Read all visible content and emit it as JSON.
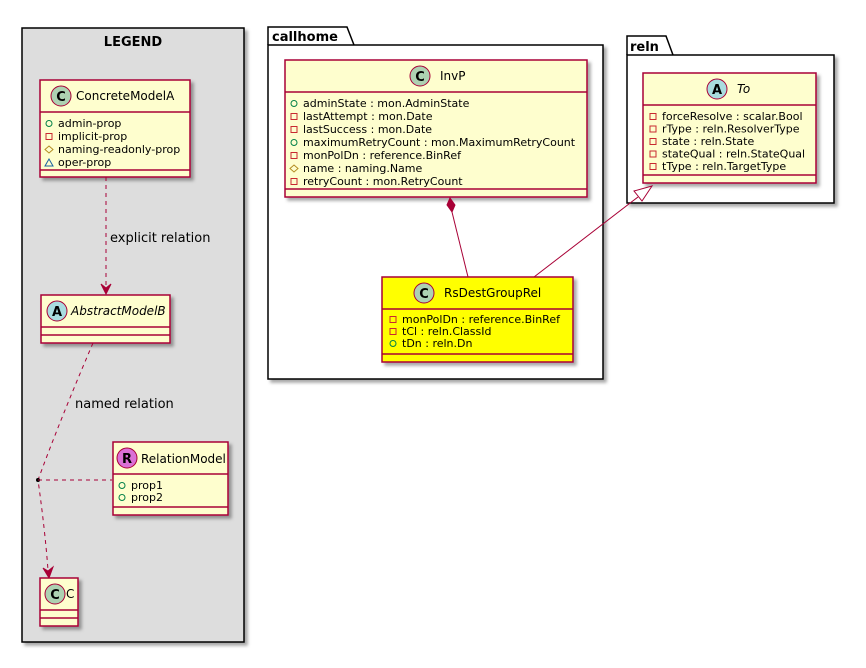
{
  "colors": {
    "class_fill": "#FEFECE",
    "class_border": "#A80036",
    "highlight_fill": "#FFFF00",
    "legend_bg": "#DDDDDD",
    "class_circle": "#ADD1B2",
    "abstract_circle": "#A9DCDF",
    "relation_circle": "#DA70D6",
    "edge": "#A80036"
  },
  "legend": {
    "title": "LEGEND",
    "concrete": {
      "name": "ConcreteModelA",
      "attrs": [
        {
          "vis": "public",
          "text": "admin-prop"
        },
        {
          "vis": "private",
          "text": "implicit-prop"
        },
        {
          "vis": "protected",
          "text": "naming-readonly-prop"
        },
        {
          "vis": "package",
          "text": "oper-prop"
        }
      ]
    },
    "explicit_label": "explicit relation",
    "abstract": {
      "name": "AbstractModelB"
    },
    "named_label": "named relation",
    "relation": {
      "name": "RelationModel",
      "attrs": [
        {
          "vis": "public",
          "text": "prop1"
        },
        {
          "vis": "public",
          "text": "prop2"
        }
      ]
    },
    "c": {
      "name": "C"
    }
  },
  "packages": {
    "callhome": {
      "name": "callhome",
      "invp": {
        "name": "InvP",
        "attrs": [
          {
            "vis": "public",
            "text": "adminState : mon.AdminState"
          },
          {
            "vis": "private",
            "text": "lastAttempt : mon.Date"
          },
          {
            "vis": "private",
            "text": "lastSuccess : mon.Date"
          },
          {
            "vis": "public",
            "text": "maximumRetryCount : mon.MaximumRetryCount"
          },
          {
            "vis": "private",
            "text": "monPolDn : reference.BinRef"
          },
          {
            "vis": "protected",
            "text": "name : naming.Name"
          },
          {
            "vis": "private",
            "text": "retryCount : mon.RetryCount"
          }
        ]
      },
      "rsdest": {
        "name": "RsDestGroupRel",
        "attrs": [
          {
            "vis": "private",
            "text": "monPolDn : reference.BinRef"
          },
          {
            "vis": "private",
            "text": "tCl : reln.ClassId"
          },
          {
            "vis": "public",
            "text": "tDn : reln.Dn"
          }
        ]
      }
    },
    "reln": {
      "name": "reln",
      "to": {
        "name": "To",
        "attrs": [
          {
            "vis": "private",
            "text": "forceResolve : scalar.Bool"
          },
          {
            "vis": "private",
            "text": "rType : reln.ResolverType"
          },
          {
            "vis": "private",
            "text": "state : reln.State"
          },
          {
            "vis": "private",
            "text": "stateQual : reln.StateQual"
          },
          {
            "vis": "private",
            "text": "tType : reln.TargetType"
          }
        ]
      }
    }
  },
  "icons": {
    "class": "class-c-icon",
    "abstract": "abstract-a-icon",
    "relation": "relation-r-icon"
  }
}
